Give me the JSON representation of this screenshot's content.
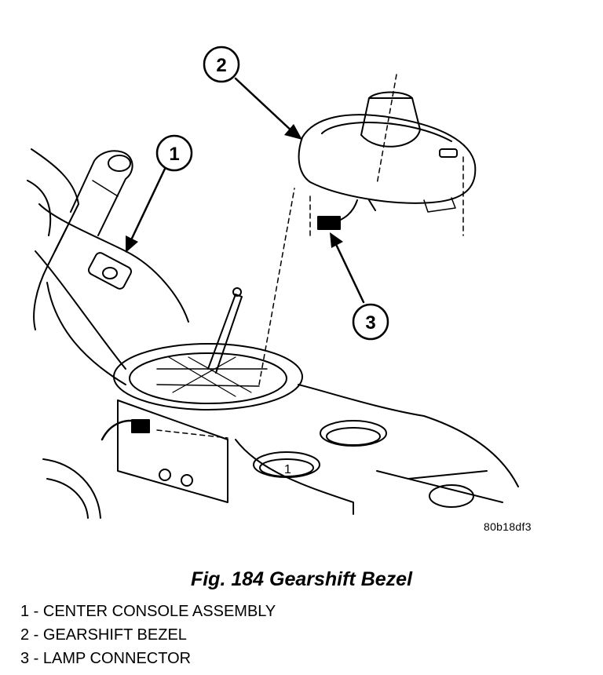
{
  "figure": {
    "callouts": [
      {
        "number": "1"
      },
      {
        "number": "2"
      },
      {
        "number": "3"
      }
    ],
    "part_label_on_console": "1",
    "image_code": "80b18df3"
  },
  "caption": "Fig. 184 Gearshift Bezel",
  "legend": [
    {
      "text": "1 - CENTER CONSOLE ASSEMBLY"
    },
    {
      "text": "2 - GEARSHIFT BEZEL"
    },
    {
      "text": "3 - LAMP CONNECTOR"
    }
  ],
  "colors": {
    "ink": "#000000",
    "paper": "#ffffff"
  }
}
